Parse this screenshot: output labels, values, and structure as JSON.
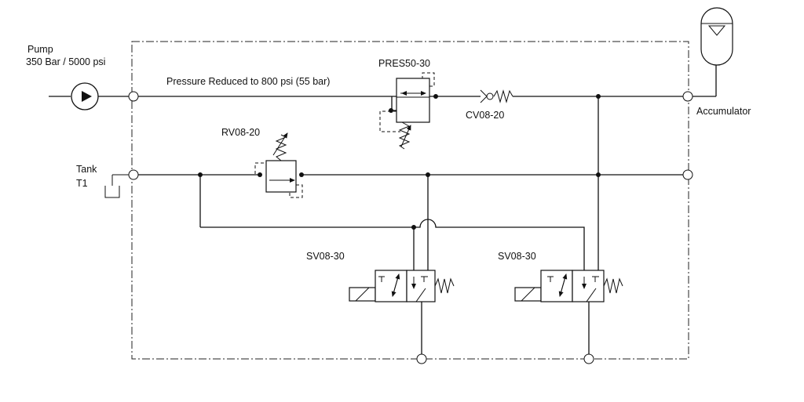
{
  "labels": {
    "pump_title": "Pump",
    "pump_rating": "350 Bar / 5000 psi",
    "pressure_note": "Pressure Reduced to 800 psi (55 bar)",
    "pres_valve": "PRES50-30",
    "check_valve": "CV08-20",
    "accumulator": "Accumulator",
    "relief_valve": "RV08-20",
    "tank_title": "Tank",
    "tank_id": "T1",
    "solenoid_valve_1": "SV08-30",
    "solenoid_valve_2": "SV08-30"
  },
  "colors": {
    "line": "#111111",
    "background": "#ffffff"
  }
}
